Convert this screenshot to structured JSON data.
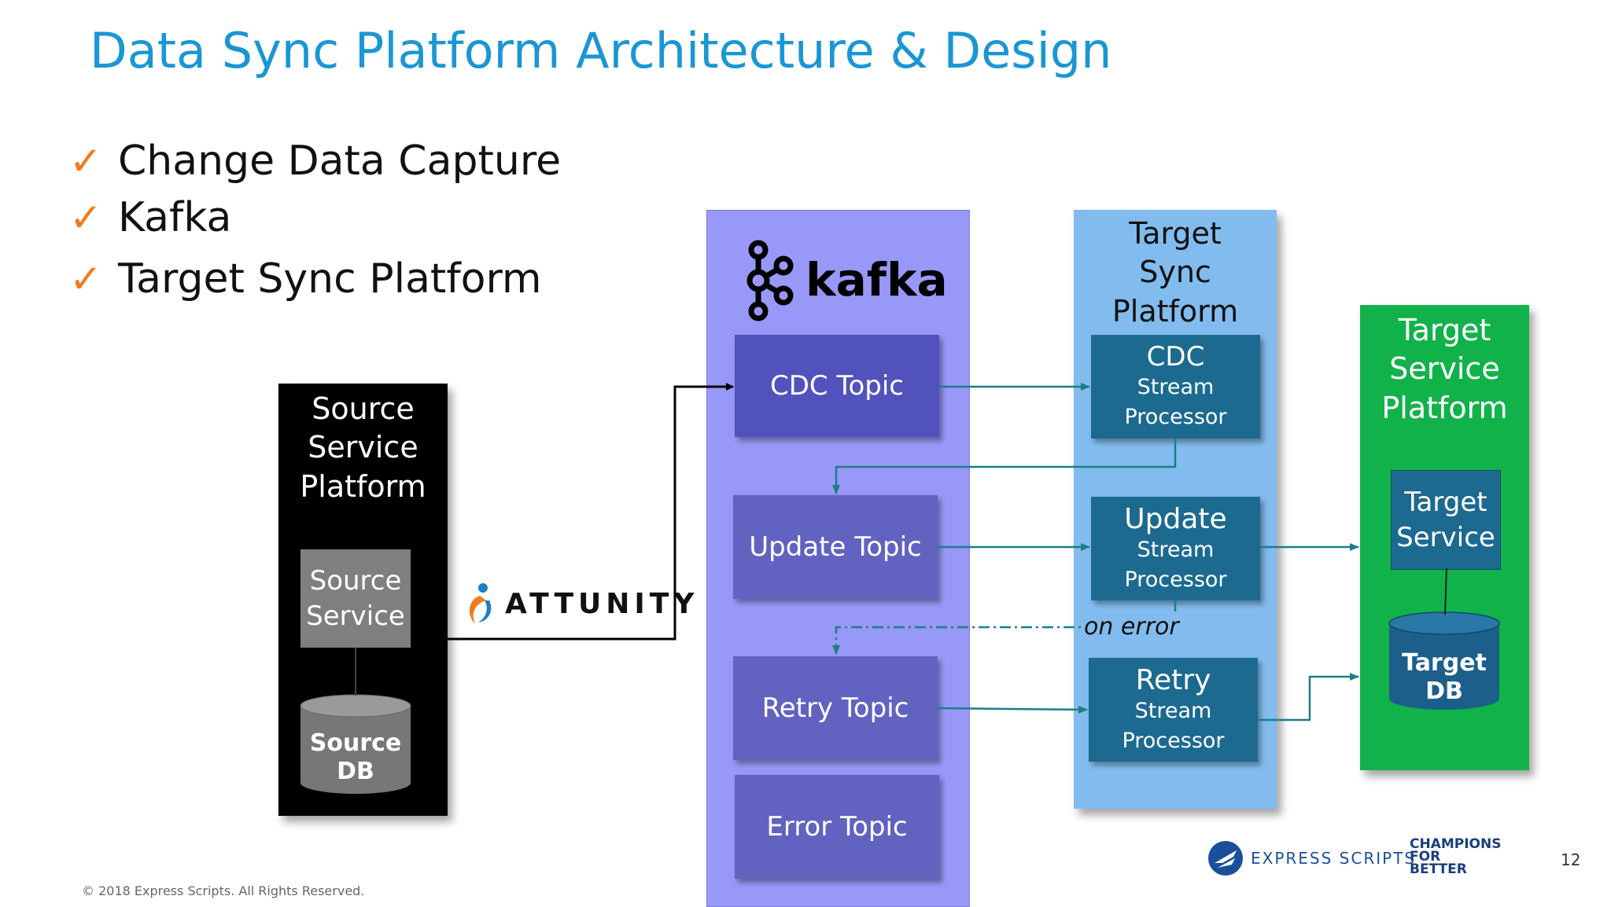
{
  "slide_title": "Data Sync Platform Architecture & Design",
  "bullets": [
    {
      "check": "✓",
      "text": "Change Data Capture"
    },
    {
      "check": "✓",
      "text": "Kafka"
    },
    {
      "check": "✓",
      "text": "Target Sync Platform"
    }
  ],
  "source_platform": {
    "title": "Source Service Platform",
    "service": "Source Service",
    "db": "Source DB"
  },
  "attunity_label": "ATTUNITY",
  "kafka": {
    "logo_text": "kafka",
    "topics": [
      "CDC Topic",
      "Update Topic",
      "Retry Topic",
      "Error Topic"
    ]
  },
  "target_sync": {
    "title": "Target Sync Platform",
    "processors": [
      {
        "name": "CDC",
        "sub": "Stream Processor"
      },
      {
        "name": "Update",
        "sub": "Stream Processor"
      },
      {
        "name": "Retry",
        "sub": "Stream Processor"
      }
    ]
  },
  "on_error_label": "on error",
  "target_platform": {
    "title": "Target Service Platform",
    "service": "Target Service",
    "db": "Target DB"
  },
  "footer": "© 2018 Express Scripts. All Rights Reserved.",
  "brand": {
    "express_scripts": "EXPRESS SCRIPTS",
    "champions": [
      "CHAMPIONS",
      "FOR",
      "BETTER"
    ]
  },
  "page_number": "12",
  "colors": {
    "title": "#1a96d4",
    "check": "#f07b1e",
    "kafka_panel": "#9898f8",
    "kafka_topic": "#5f5fbf",
    "sync_panel": "#82bcee",
    "sync_processor": "#1c6a90",
    "target_panel": "#12b24b",
    "target_box": "#1c6a90",
    "arrow": "#1b7f86"
  }
}
